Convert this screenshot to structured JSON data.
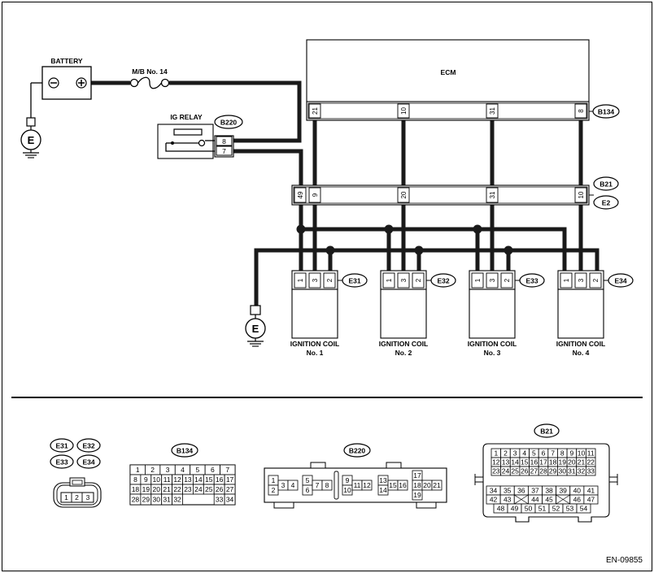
{
  "battery": {
    "label": "BATTERY",
    "neg": "⊖",
    "pos": "⊕"
  },
  "fuse": {
    "label": "M/B No. 14"
  },
  "ground": {
    "label": "E"
  },
  "ig_relay": {
    "label": "IG RELAY",
    "connector": "B220",
    "pins": [
      "8",
      "7"
    ]
  },
  "ecm": {
    "label": "ECM",
    "connector": "B134",
    "pins": [
      "21",
      "10",
      "31",
      "8"
    ]
  },
  "joint": {
    "connectors": [
      "B21",
      "E2"
    ],
    "pins": [
      "49",
      "9",
      "20",
      "31",
      "10"
    ]
  },
  "coils": [
    {
      "label": "IGNITION COIL",
      "no": "No. 1",
      "connector": "E31",
      "pins": [
        "1",
        "3",
        "2"
      ]
    },
    {
      "label": "IGNITION COIL",
      "no": "No. 2",
      "connector": "E32",
      "pins": [
        "1",
        "3",
        "2"
      ]
    },
    {
      "label": "IGNITION COIL",
      "no": "No. 3",
      "connector": "E33",
      "pins": [
        "1",
        "3",
        "2"
      ]
    },
    {
      "label": "IGNITION COIL",
      "no": "No. 4",
      "connector": "E34",
      "pins": [
        "1",
        "3",
        "2"
      ]
    }
  ],
  "connector_views": {
    "coil": {
      "tags": [
        "E31",
        "E32",
        "E33",
        "E34"
      ],
      "pins": [
        "1",
        "2",
        "3"
      ]
    },
    "b134": {
      "tag": "B134",
      "rows": [
        [
          "1",
          "2",
          "3",
          "4",
          "5",
          "6",
          "7"
        ],
        [
          "8",
          "9",
          "10",
          "11",
          "12",
          "13",
          "14",
          "15",
          "16",
          "17"
        ],
        [
          "18",
          "19",
          "20",
          "21",
          "22",
          "23",
          "24",
          "25",
          "26",
          "27"
        ],
        [
          "28",
          "29",
          "30",
          "31",
          "32",
          "33",
          "34"
        ]
      ]
    },
    "b220": {
      "tag": "B220",
      "pins": [
        "1",
        "2",
        "3",
        "4",
        "5",
        "6",
        "7",
        "8",
        "9",
        "10",
        "11",
        "12",
        "13",
        "14",
        "15",
        "16",
        "17",
        "18",
        "19",
        "20",
        "21"
      ]
    },
    "b21": {
      "tag": "B21",
      "rows": [
        [
          "1",
          "2",
          "3",
          "4",
          "5",
          "6",
          "7",
          "8",
          "9",
          "10",
          "11"
        ],
        [
          "12",
          "13",
          "14",
          "15",
          "16",
          "17",
          "18",
          "19",
          "20",
          "21",
          "22"
        ],
        [
          "23",
          "24",
          "25",
          "26",
          "27",
          "28",
          "29",
          "30",
          "31",
          "32",
          "33"
        ],
        [
          "34",
          "35",
          "36",
          "37",
          "38",
          "39",
          "40",
          "41"
        ],
        [
          "42",
          "43",
          "44",
          "45",
          "46",
          "47"
        ],
        [
          "48",
          "49",
          "50",
          "51",
          "52",
          "53",
          "54"
        ]
      ]
    }
  },
  "doc_id": "EN-09855"
}
